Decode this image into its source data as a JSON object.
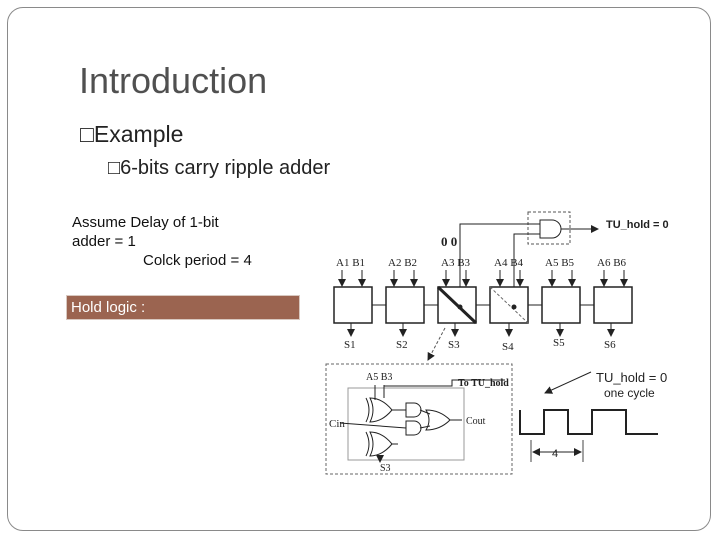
{
  "slide": {
    "title": "Introduction",
    "bullet_symbol": "□",
    "bullet1": "Example",
    "bullet2": "6-bits carry ripple adder",
    "assume_line1": "Assume Delay of 1-bit",
    "assume_line2": "adder = 1",
    "assume_line3": "Colck period = 4",
    "hold_label": "Hold logic :",
    "hold_box_color": "#9b6450"
  },
  "diagram": {
    "tu_hold_top": "TU_hold = 0",
    "zeros": "0  0",
    "inputs": [
      "A1 B1",
      "A2 B2",
      "A3 B3",
      "A4 B4",
      "A5 B5",
      "A6 B6"
    ],
    "sums": [
      "S1",
      "S2",
      "S3",
      "S4",
      "S5",
      "S6"
    ],
    "inset_a5b3": "A5 B3",
    "inset_to_tu_hold": "To TU_hold",
    "inset_cin": "Cin",
    "inset_cout": "Cout",
    "inset_s3": "S3",
    "tu_hold_right": "TU_hold = 0",
    "one_cycle": "one cycle",
    "period_label": "4"
  }
}
